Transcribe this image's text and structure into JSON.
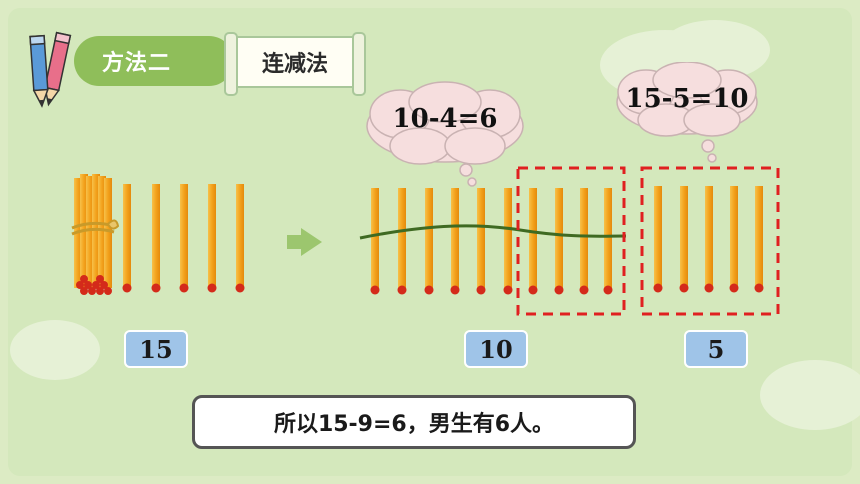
{
  "method": {
    "tag": "方法二",
    "name": "连减法"
  },
  "thoughts": [
    {
      "equation": "10-4=6"
    },
    {
      "equation": "15-5=10"
    }
  ],
  "counts": [
    "15",
    "10",
    "5"
  ],
  "conclusion": "所以15-9=6，男生有6人。",
  "colors": {
    "background": "#d4e8bc",
    "pill": "#8fbe5a",
    "stick": "#f0a020",
    "stick_tip": "#d42a1a",
    "dashed_box": "#e02020",
    "count_box": "#9fc4e8",
    "arrow": "#9cc66e"
  },
  "icons": [
    "pencils-icon",
    "arrow-right-icon",
    "bundle-icon",
    "thought-cloud-icon"
  ]
}
